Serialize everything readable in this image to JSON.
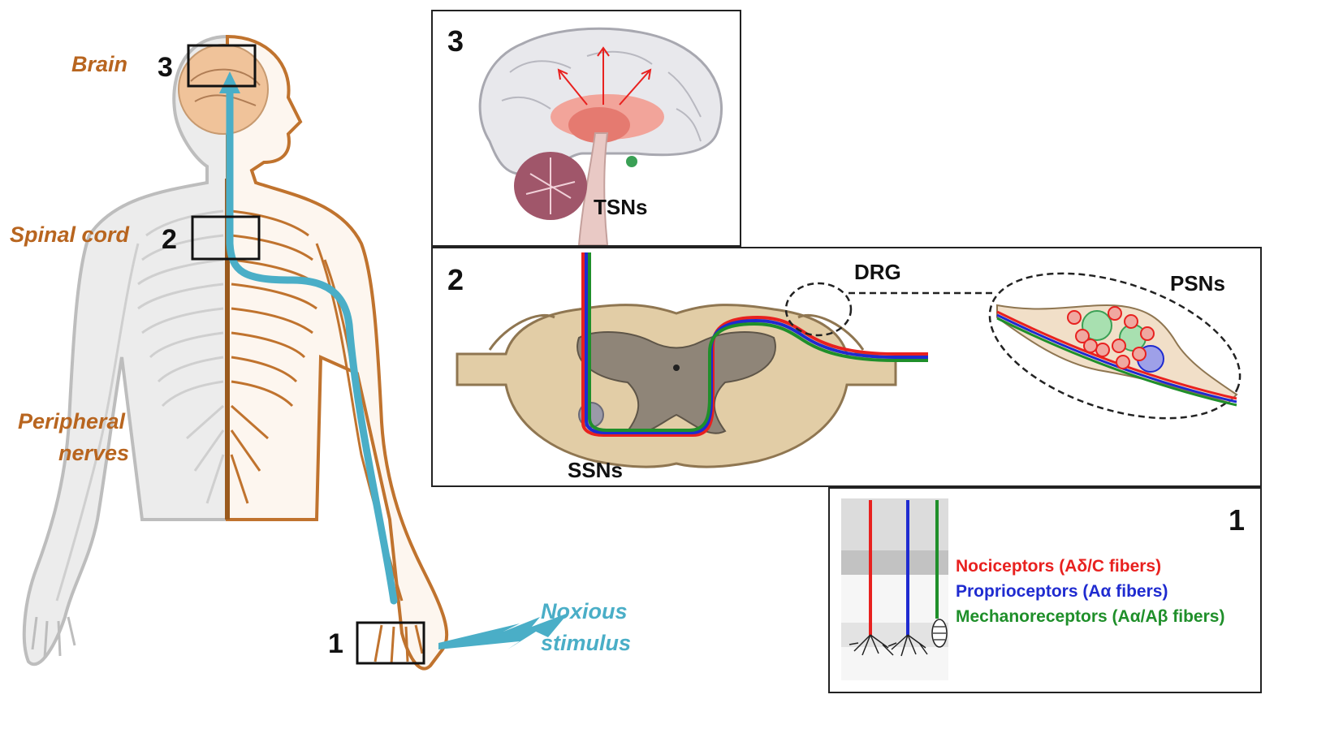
{
  "labels": {
    "brain": "Brain",
    "spinal_cord": "Spinal cord",
    "peripheral_line1": "Peripheral",
    "peripheral_line2": "nerves",
    "stimulus_line1": "Noxious",
    "stimulus_line2": "stimulus"
  },
  "markers": {
    "one": "1",
    "two": "2",
    "three": "3"
  },
  "panels": {
    "brain": {
      "number": "3",
      "tag": "TSNs"
    },
    "spinal": {
      "number": "2",
      "drg": "DRG",
      "psns": "PSNs",
      "ssns": "SSNs"
    },
    "skin": {
      "number": "1"
    }
  },
  "legend": [
    {
      "text": "Nociceptors (Aδ/C fibers)",
      "color": "#e8211f"
    },
    {
      "text": "Proprioceptors (Aα fibers)",
      "color": "#1f2bd0"
    },
    {
      "text": "Mechanoreceptors (Aα/Aβ fibers)",
      "color": "#1f8f2a"
    }
  ],
  "colors": {
    "nerve": "#c0732e",
    "pathway": "#4aaec7",
    "nociceptor": "#e8211f",
    "proprioceptor": "#1f2bd0",
    "mechanoreceptor": "#1f8f2a"
  },
  "icons": [
    "human-body-figure",
    "brain-icon",
    "spinal-cord-section",
    "drg-ganglion",
    "skin-section",
    "lightning-bolt-icon"
  ]
}
